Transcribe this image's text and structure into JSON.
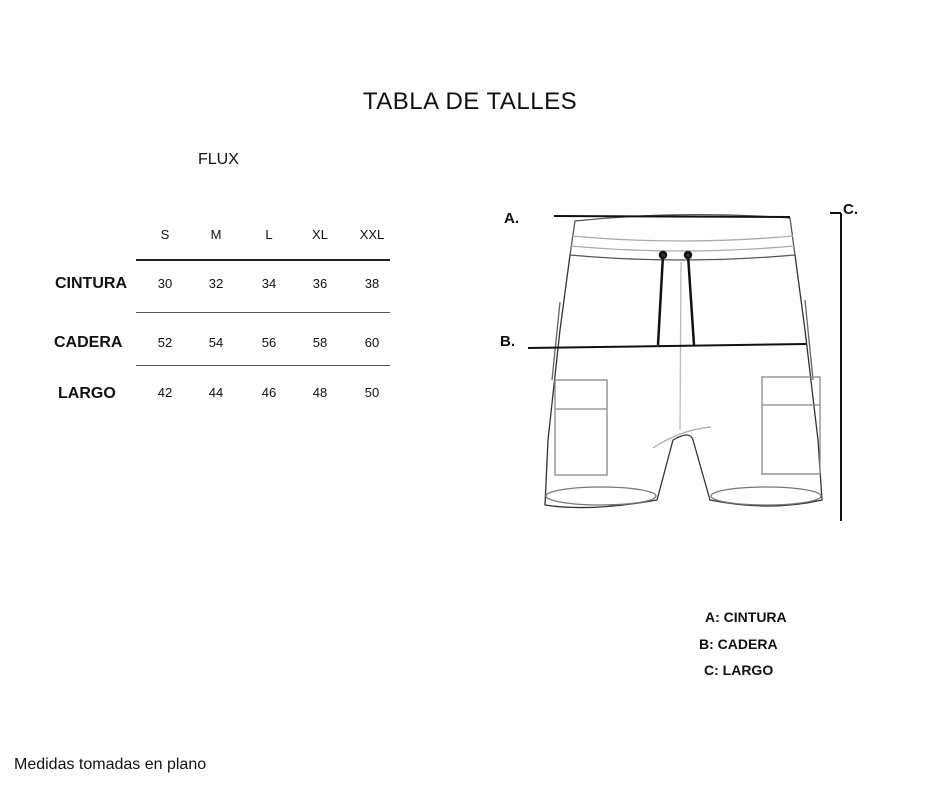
{
  "title": "TABLA DE TALLES",
  "product": "FLUX",
  "table": {
    "sizes": [
      "S",
      "M",
      "L",
      "XL",
      "XXL"
    ],
    "rows": [
      {
        "label": "CINTURA",
        "values": [
          "30",
          "32",
          "34",
          "36",
          "38"
        ]
      },
      {
        "label": "CADERA",
        "values": [
          "52",
          "54",
          "56",
          "58",
          "60"
        ]
      },
      {
        "label": "LARGO",
        "values": [
          "42",
          "44",
          "46",
          "48",
          "50"
        ]
      }
    ]
  },
  "diagram": {
    "marker_a": "A.",
    "marker_b": "B.",
    "marker_c": "C."
  },
  "legend": {
    "a": "A: CINTURA",
    "b": "B: CADERA",
    "c": "C: LARGO"
  },
  "note": "Medidas tomadas en plano"
}
